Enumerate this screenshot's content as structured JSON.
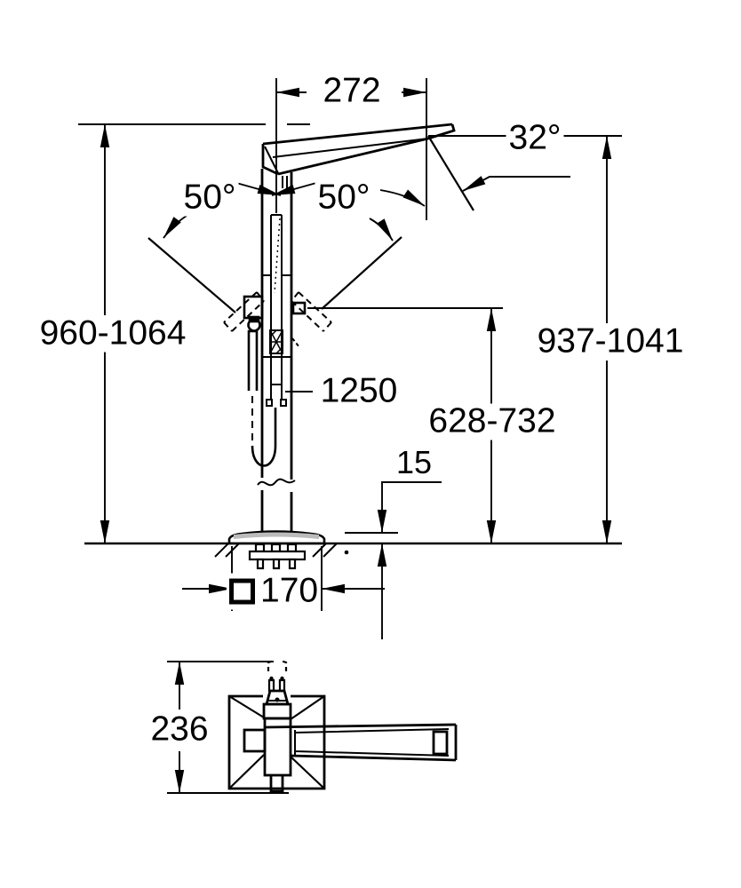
{
  "drawing": {
    "labels": {
      "spout_projection": "272",
      "spout_angle": "32°",
      "swivel_left": "50°",
      "swivel_right": "50°",
      "overall_height": "960-1064",
      "spout_height": "937-1041",
      "hose_length": "1250",
      "handle_height": "628-732",
      "base_thickness": "15",
      "base_width": "170",
      "top_view_depth": "236"
    },
    "icons": {
      "base_width_prefix": "square-section-symbol"
    },
    "colors": {
      "line": "#000000",
      "background": "#ffffff",
      "plate_shading": "#bbbbbb"
    }
  }
}
